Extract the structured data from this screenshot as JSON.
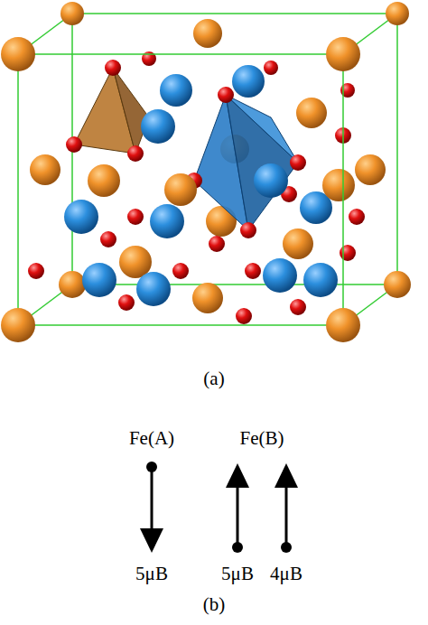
{
  "diagram": {
    "labels": [
      "(a)",
      "Fe(A)",
      "Fe(B)",
      "5μB",
      "5μB",
      "4μB",
      "(b)"
    ]
  }
}
